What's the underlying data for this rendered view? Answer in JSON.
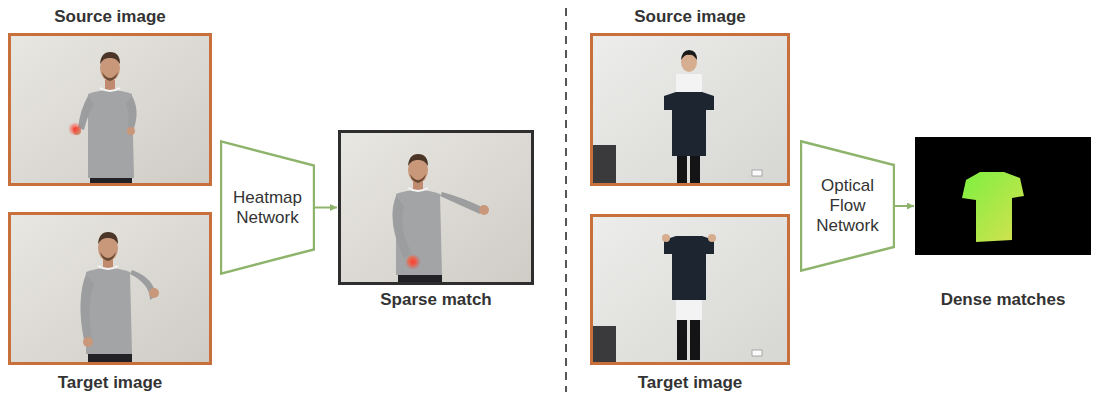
{
  "diagram": {
    "nodes": [
      {
        "text": [
          "Source image"
        ]
      },
      {
        "text": [
          "Target image"
        ]
      },
      {
        "text": [
          "Heatmap Network"
        ]
      },
      {
        "text": [
          "Sparse match"
        ]
      },
      {
        "text": [
          "Source image"
        ]
      },
      {
        "text": [
          "Target image"
        ]
      },
      {
        "text": [
          "Optical Flow Network"
        ]
      },
      {
        "text": [
          "Dense matches"
        ]
      }
    ],
    "edges": [
      {
        "from": 2,
        "to": 3,
        "arrow": "to"
      },
      {
        "from": 6,
        "to": 7,
        "arrow": "to"
      }
    ]
  }
}
